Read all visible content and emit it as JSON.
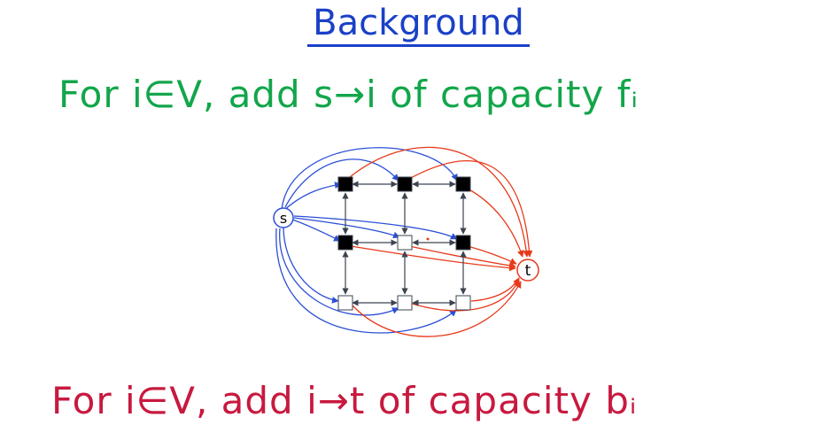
{
  "title": "Background",
  "line1": "For i∈V, add s→i of capacity fᵢ",
  "line2": "For i∈V, add i→t of capacity bᵢ",
  "graph": {
    "source_label": "s",
    "sink_label": "t"
  },
  "colors": {
    "title": "#1a40c8",
    "line1": "#12a64a",
    "line2": "#c8193f",
    "blue_edges": "#2b4fd6",
    "red_edges": "#e8391a",
    "grid_edges": "#3d4450"
  }
}
